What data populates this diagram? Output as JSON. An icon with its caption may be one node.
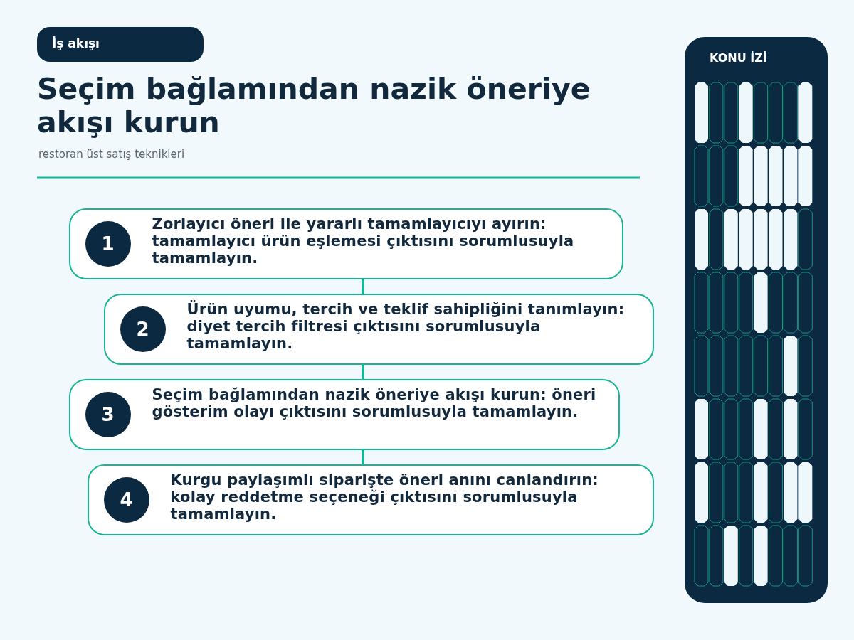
{
  "diagram": {
    "title": "Seçim bağlamından nazik öneriye akışı kurun",
    "nodes": [
      {
        "text": [
          "1",
          "Zorlayıcı öneri ile yararlı tamamlayıcıyı ayırın: tamamlayıcı ürün eşlemesi çıktısını sorumlusuyla tamamlayın."
        ]
      },
      {
        "text": [
          "2",
          "Ürün uyumu, tercih ve teklif sahipliğini tanımlayın: diyet tercih filtresi çıktısını sorumlusuyla tamamlayın."
        ]
      },
      {
        "text": [
          "3",
          "Seçim bağlamından nazik öneriye akışı kurun: öneri gösterim olayı çıktısını sorumlusuyla tamamlayın."
        ]
      },
      {
        "text": [
          "4",
          "Kurgu paylaşımlı siparişte öneri anını canlandırın: kolay reddetme seçeneği çıktısını sorumlusuyla tamamlayın."
        ]
      }
    ],
    "edges": [
      {
        "from": 0,
        "to": 1,
        "arrow": "none"
      },
      {
        "from": 1,
        "to": 2,
        "arrow": "none"
      },
      {
        "from": 2,
        "to": 3,
        "arrow": "none"
      }
    ],
    "labels": [
      "İş akışı",
      "restoran üst satış teknikleri",
      "KONU İZİ"
    ]
  }
}
